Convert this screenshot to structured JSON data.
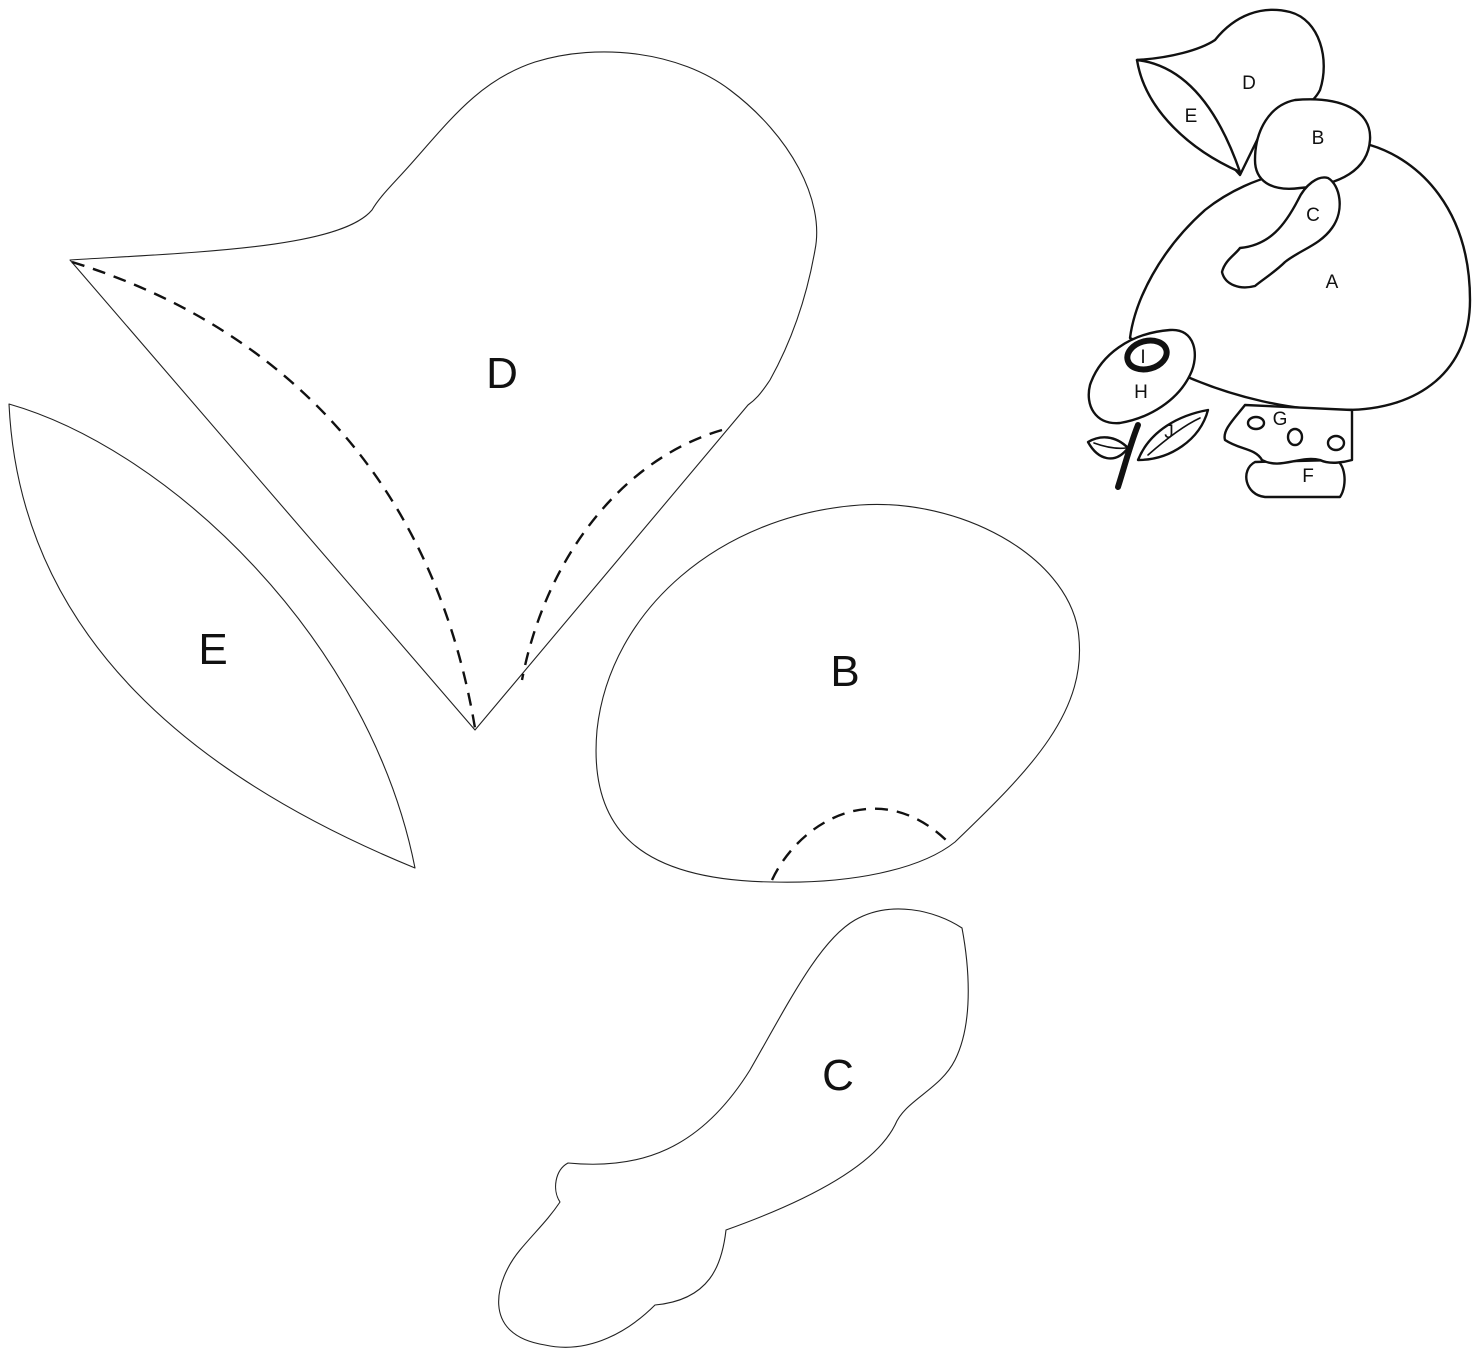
{
  "pieces": [
    {
      "id": "D",
      "label": "D"
    },
    {
      "id": "E",
      "label": "E"
    },
    {
      "id": "B",
      "label": "B"
    },
    {
      "id": "C",
      "label": "C"
    }
  ],
  "key_diagram": {
    "labels": [
      "D",
      "E",
      "B",
      "C",
      "A",
      "I",
      "H",
      "J",
      "G",
      "F"
    ]
  }
}
